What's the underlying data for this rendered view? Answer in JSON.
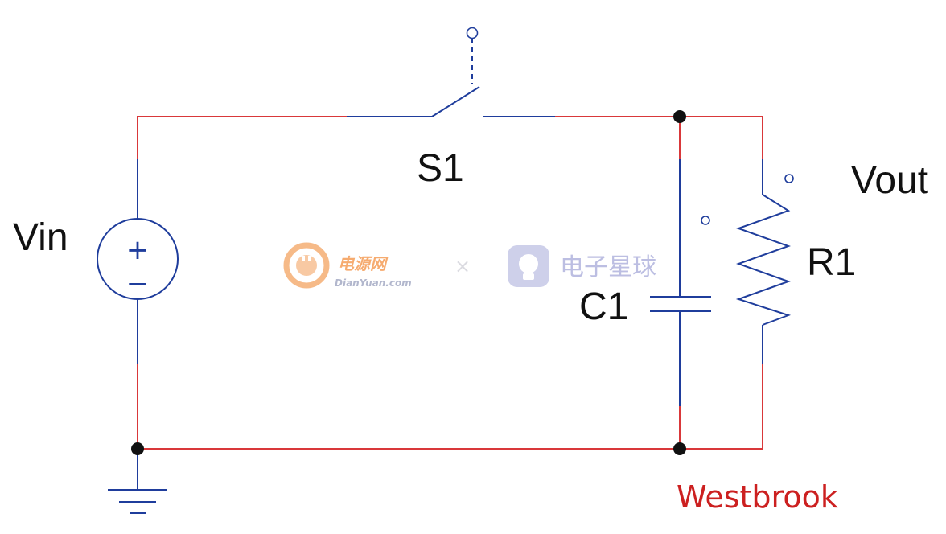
{
  "labels": {
    "vin": "Vin",
    "switch": "S1",
    "capacitor": "C1",
    "resistor": "R1",
    "vout": "Vout",
    "credit": "Westbrook"
  },
  "source_signs": {
    "plus": "+",
    "minus": "−"
  },
  "watermark": {
    "brand1_cn": "电源网",
    "brand1_en": "DianYuan.com",
    "separator": "×",
    "brand2_cn": "电子星球"
  },
  "colors": {
    "wire_red": "#d9383a",
    "pin_blue": "#1f3d9c",
    "credit_red": "#cc2020",
    "node_black": "#111111",
    "watermark_orange": "#f6a260",
    "watermark_violet": "#b5b8df"
  }
}
